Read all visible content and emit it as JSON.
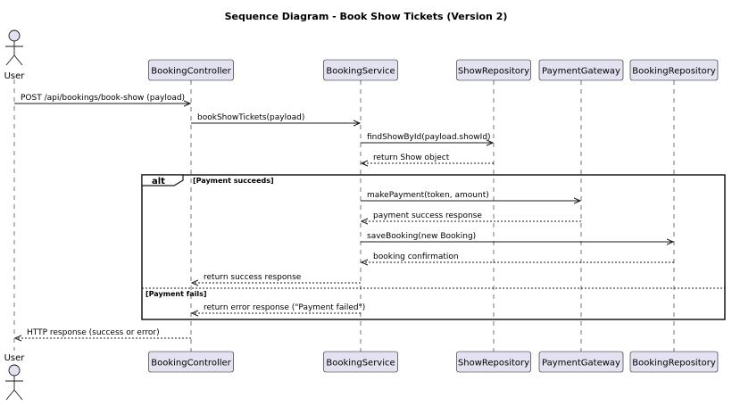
{
  "diagram": {
    "title": "Sequence Diagram - Book Show Tickets (Version 2)",
    "colors": {
      "participant_fill": "#e2e2f0",
      "participant_border": "#181818",
      "lifeline": "#181818",
      "line": "#181818"
    },
    "actor": {
      "name": "User"
    },
    "participants": [
      {
        "id": "bookingcontroller",
        "name": "BookingController"
      },
      {
        "id": "bookingservice",
        "name": "BookingService"
      },
      {
        "id": "showrepository",
        "name": "ShowRepository"
      },
      {
        "id": "paymentgateway",
        "name": "PaymentGateway"
      },
      {
        "id": "bookingrepository",
        "name": "BookingRepository"
      }
    ],
    "messages": [
      {
        "from": "user",
        "to": "bookingcontroller",
        "label": "POST /api/bookings/book-show (payload)",
        "kind": "sync"
      },
      {
        "from": "bookingcontroller",
        "to": "bookingservice",
        "label": "bookShowTickets(payload)",
        "kind": "sync"
      },
      {
        "from": "bookingservice",
        "to": "showrepository",
        "label": "findShowById(payload.showId)",
        "kind": "sync"
      },
      {
        "from": "showrepository",
        "to": "bookingservice",
        "label": "return Show object",
        "kind": "return"
      },
      {
        "from": "bookingservice",
        "to": "paymentgateway",
        "label": "makePayment(token, amount)",
        "kind": "sync"
      },
      {
        "from": "paymentgateway",
        "to": "bookingservice",
        "label": "payment success response",
        "kind": "return"
      },
      {
        "from": "bookingservice",
        "to": "bookingrepository",
        "label": "saveBooking(new Booking)",
        "kind": "sync"
      },
      {
        "from": "bookingrepository",
        "to": "bookingservice",
        "label": "booking confirmation",
        "kind": "return"
      },
      {
        "from": "bookingservice",
        "to": "bookingcontroller",
        "label": "return success response",
        "kind": "return"
      },
      {
        "from": "bookingservice",
        "to": "bookingcontroller",
        "label": "return error response (\"Payment failed\")",
        "kind": "return"
      },
      {
        "from": "bookingcontroller",
        "to": "user",
        "label": "HTTP response (success or error)",
        "kind": "return"
      }
    ],
    "alt_fragment": {
      "keyword": "alt",
      "guards": [
        "[Payment succeeds]",
        "[Payment fails]"
      ]
    }
  }
}
